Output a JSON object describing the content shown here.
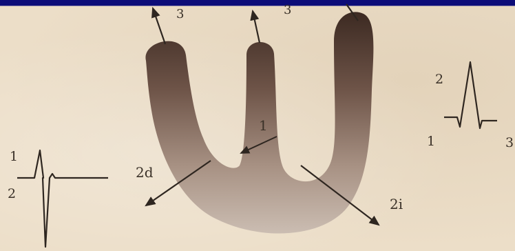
{
  "colors": {
    "top_bar": "#0c0c78",
    "paper": "#ecdec8",
    "heart_dark": "#3c2a22",
    "heart_light": "#c8b8ac",
    "ink": "#2e2620"
  },
  "labels": {
    "vector_left_top": "3",
    "vector_mid_top": "3",
    "vector_septal": "1",
    "vector_left_lateral": "2d",
    "vector_right_lateral": "2i",
    "ecg_left_top": "1",
    "ecg_left_bottom": "2",
    "ecg_right_peak": "2",
    "ecg_right_start": "1",
    "ecg_right_end": "3"
  }
}
